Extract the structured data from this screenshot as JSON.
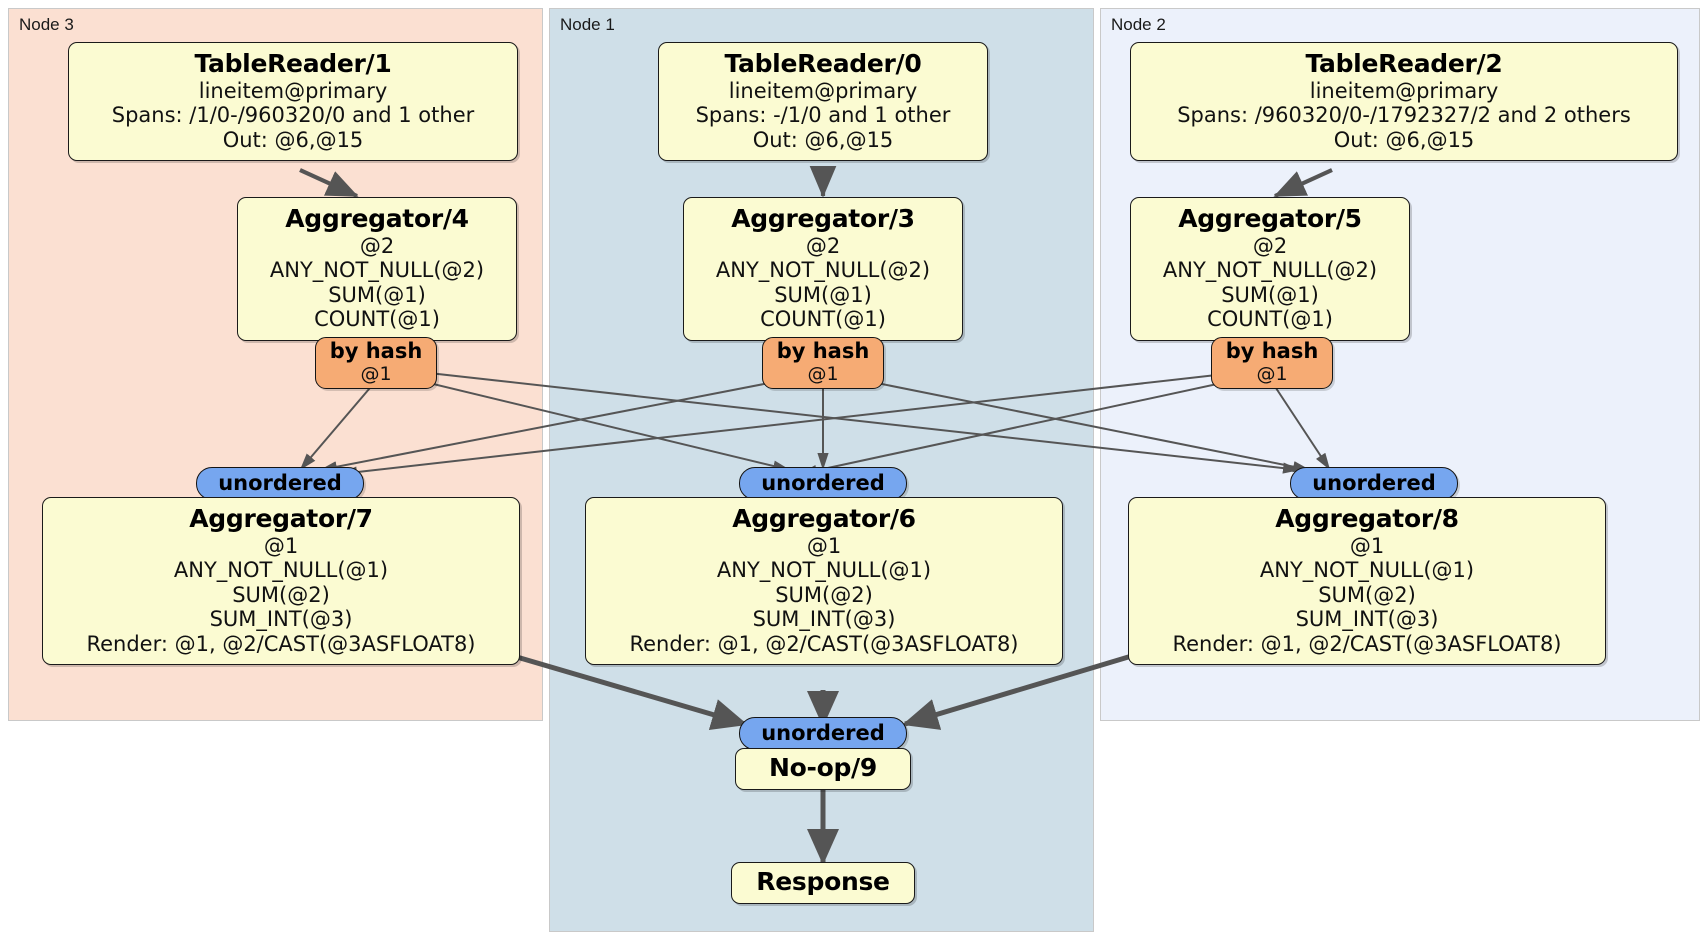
{
  "diagram": {
    "type": "distributed-query-plan",
    "nodes": [
      {
        "id": "node3",
        "label": "Node 3"
      },
      {
        "id": "node1",
        "label": "Node 1"
      },
      {
        "id": "node2",
        "label": "Node 2"
      }
    ],
    "processors": {
      "tr1": {
        "title": "TableReader/1",
        "lines": [
          "lineitem@primary",
          "Spans: /1/0-/960320/0 and 1 other",
          "Out: @6,@15"
        ]
      },
      "tr0": {
        "title": "TableReader/0",
        "lines": [
          "lineitem@primary",
          "Spans: -/1/0 and 1 other",
          "Out: @6,@15"
        ]
      },
      "tr2": {
        "title": "TableReader/2",
        "lines": [
          "lineitem@primary",
          "Spans: /960320/0-/1792327/2 and 2 others",
          "Out: @6,@15"
        ]
      },
      "agg4": {
        "title": "Aggregator/4",
        "lines": [
          "@2",
          "ANY_NOT_NULL(@2)",
          "SUM(@1)",
          "COUNT(@1)"
        ]
      },
      "agg3": {
        "title": "Aggregator/3",
        "lines": [
          "@2",
          "ANY_NOT_NULL(@2)",
          "SUM(@1)",
          "COUNT(@1)"
        ]
      },
      "agg5": {
        "title": "Aggregator/5",
        "lines": [
          "@2",
          "ANY_NOT_NULL(@2)",
          "SUM(@1)",
          "COUNT(@1)"
        ]
      },
      "agg7": {
        "title": "Aggregator/7",
        "lines": [
          "@1",
          "ANY_NOT_NULL(@1)",
          "SUM(@2)",
          "SUM_INT(@3)",
          "Render: @1, @2/CAST(@3ASFLOAT8)"
        ]
      },
      "agg6": {
        "title": "Aggregator/6",
        "lines": [
          "@1",
          "ANY_NOT_NULL(@1)",
          "SUM(@2)",
          "SUM_INT(@3)",
          "Render: @1, @2/CAST(@3ASFLOAT8)"
        ]
      },
      "agg8": {
        "title": "Aggregator/8",
        "lines": [
          "@1",
          "ANY_NOT_NULL(@1)",
          "SUM(@2)",
          "SUM_INT(@3)",
          "Render: @1, @2/CAST(@3ASFLOAT8)"
        ]
      },
      "noop9": {
        "title": "No-op/9",
        "lines": []
      },
      "response": {
        "title": "Response",
        "lines": []
      }
    },
    "badges": {
      "hash_left": {
        "label": "by hash",
        "column": "@1"
      },
      "hash_center": {
        "label": "by hash",
        "column": "@1"
      },
      "hash_right": {
        "label": "by hash",
        "column": "@1"
      },
      "unordered_left": {
        "label": "unordered"
      },
      "unordered_center": {
        "label": "unordered"
      },
      "unordered_right": {
        "label": "unordered"
      },
      "unordered_final": {
        "label": "unordered"
      }
    },
    "colors": {
      "node3_bg": "#fbe0d2",
      "node1_bg": "#cfdfe8",
      "node2_bg": "#ecf1fb",
      "processor_bg": "#fbfbd2",
      "hash_badge_bg": "#f6ab74",
      "unordered_badge_bg": "#76a6ef",
      "edge": "#555555",
      "border": "#1a1a1a"
    }
  }
}
